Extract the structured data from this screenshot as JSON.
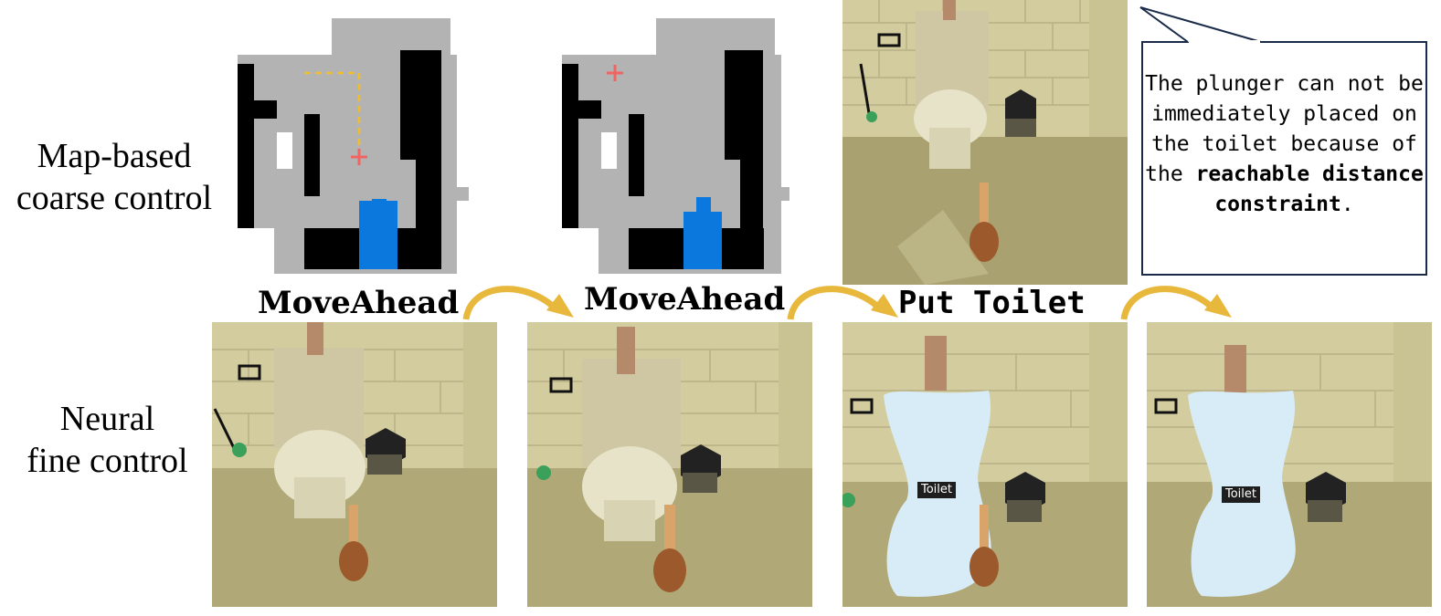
{
  "rows": {
    "top_label_line1": "Map-based",
    "top_label_line2": "coarse control",
    "bottom_label_line1": "Neural",
    "bottom_label_line2": "fine control"
  },
  "actions": [
    "MoveAhead",
    "MoveAhead",
    "Put Toilet"
  ],
  "callout": {
    "text_plain": "The plunger can not be immediately placed on the toilet because of the",
    "text_bold": "reachable distance constraint",
    "text_end": "."
  },
  "object_tags": [
    "Toilet",
    "Toilet"
  ],
  "colors": {
    "map_gray": "#b3b3b3",
    "map_black": "#000000",
    "map_agent": "#0a78dc",
    "target_marker": "#f06464",
    "path_dash": "#f4bd27",
    "arrow": "#e8b83c"
  }
}
